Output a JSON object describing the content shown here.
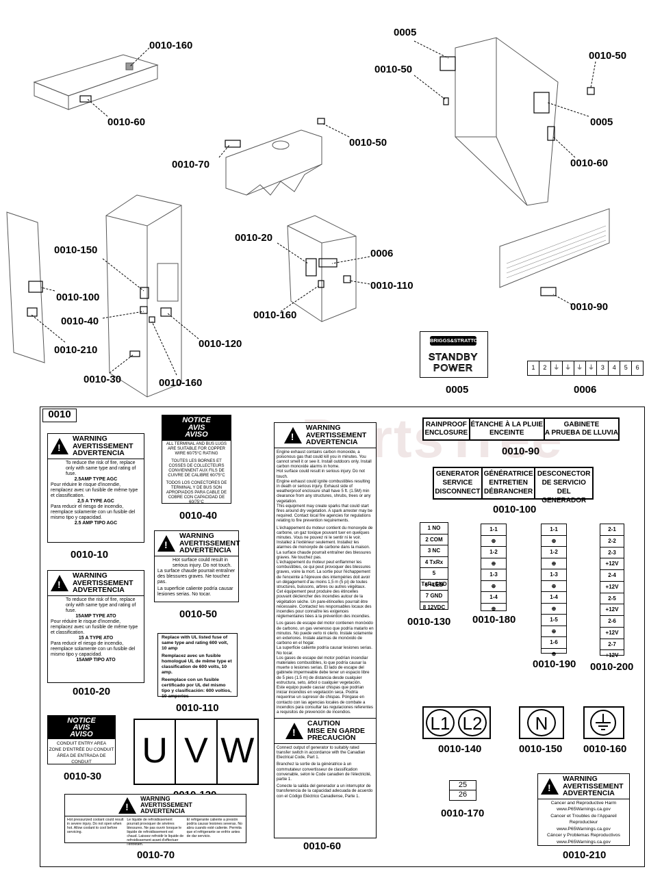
{
  "watermark": "PartsTree",
  "callouts": {
    "c1": "0010-160",
    "c2": "0010-60",
    "c3": "0005",
    "c4": "0010-50",
    "c5": "0010-50",
    "c6": "0005",
    "c7": "0010-50",
    "c8": "0010-70",
    "c9": "0010-60",
    "c10": "0010-150",
    "c11": "0010-100",
    "c12": "0010-40",
    "c13": "0010-210",
    "c14": "0010-30",
    "c15": "0010-160",
    "c16": "0010-120",
    "c17": "0010-20",
    "c18": "0006",
    "c19": "0010-110",
    "c20": "0010-160",
    "c21": "0010-90",
    "c22": "0005",
    "c23": "0006"
  },
  "decal0005": {
    "brand": "BRIGGS&STRATTON",
    "line1": "STANDBY",
    "line2": "POWER"
  },
  "decal0006": {
    "cells": [
      "1",
      "2",
      "⏚",
      "⏚",
      "⏚",
      "⏚",
      "3",
      "4",
      "5",
      "6"
    ]
  },
  "kit": {
    "label": "0010"
  },
  "captions": {
    "d10": "0010-10",
    "d20": "0010-20",
    "d30": "0010-30",
    "d40": "0010-40",
    "d50": "0010-50",
    "d110": "0010-110",
    "d120": "0010-120",
    "d70": "0010-70",
    "d60": "0010-60",
    "d90": "0010-90",
    "d100": "0010-100",
    "d130": "0010-130",
    "d180": "0010-180",
    "d190": "0010-190",
    "d200": "0010-200",
    "d140": "0010-140",
    "d150": "0010-150",
    "d160": "0010-160",
    "d170": "0010-170",
    "d210": "0010-210"
  },
  "warn_hdr": {
    "l1": "WARNING",
    "l2": "AVERTISSEMENT",
    "l3": "ADVERTENCIA"
  },
  "d10": {
    "t1": "To reduce the risk of fire, replace only with same type and rating of fuse.",
    "t2": "2.5AMP TYPE AGC",
    "t3": "Pour réduire le risque d'incendie, remplacez avec un fusible de même type et classification.",
    "t4": "2,5 A TYPE AGC",
    "t5": "Para reducir el riesgo de incendio, reemplace solamente con un fusible del mismo tipo y capacidad.",
    "t6": "2.5 AMP TIPO AGC"
  },
  "d20": {
    "t1": "To reduce the risk of fire, replace only with same type and rating of fuse.",
    "t2": "15AMP TYPE ATO",
    "t3": "Pour réduire le risque d'incendie, remplacez avec un fusible de même type et classification.",
    "t4": "15 A TYPE ATO",
    "t5": "Para reducir el riesgo de incendio, reemplace solamente con un fusible del mismo tipo y capacidad.",
    "t6": "15AMP TIPO ATO"
  },
  "notice": {
    "l1": "NOTICE",
    "l2": "AVIS",
    "l3": "AVISO"
  },
  "d40": {
    "t1": "ALL TERMINAL AND BUS LUGS ARE SUITABLE FOR COPPER WIRE 60/75°C RATING",
    "t2": "TOUTES LES BORNES ET COSSES DE COLLECTEURS CONVIENNENT AUX FILS DE CUIVRE DE CALIBRE 60/75°C",
    "t3": "TODOS LOS CONECTORES DE TERMINAL Y DE BUS SON APROPIADOS PARA CABLE DE COBRE CON CAPACIDAD DE 60/75°C"
  },
  "d50": {
    "t1": "Hot surface could result in serious injury. Do not touch.",
    "t2": "La surface chaude pourrait entraîner des blessures graves. Ne touchez pas.",
    "t3": "La superficie caliente podría causar lesiones serias. No tocar."
  },
  "d110": {
    "t1": "Replace with UL listed fuse of same type and rating 600 volt, 10 amp",
    "t2": "Remplacez avec un fusible homologué UL de même type et classification de 600 volts, 10 amp.",
    "t3": "Reemplace con un fusible certificado por UL del mismo tipo y clasificación: 600 voltios, 10 amperios"
  },
  "d30": {
    "t1": "CONDUIT ENTRY AREA",
    "t2": "ZONE D'ENTRÉE DU CONDUIT",
    "t3": "ÁREA DE ENTRADA DE CONDUIT"
  },
  "d120": {
    "u": "U",
    "v": "V",
    "w": "W"
  },
  "d70": {
    "t1": "Hot pressurized coolant could result in severe injury. Do not open when hot. Allow coolant to cool before servicing.",
    "t2": "Le liquide de refroidissement pourrait provoquer de sévères blessures. Ne pas ouvrir lorsque le liquide de refroidissement est chaud. Laissez refroidir le liquide de refroidissement avant d'effectuer l'entretien.",
    "t3": "El refrigerante caliente a presión podría causar lesiones severas. No abra cuando esté caliente. Permita que el refrigerante se enfríe antes de dar servicio."
  },
  "d60": {
    "p1": "Engine exhaust contains carbon monoxide, a poisonous gas that could kill you in minutes. You cannot smell it or see it. Install outdoors only. Install carbon monoxide alarms in home.",
    "p2": "Hot surface could result in serious injury. Do not touch.",
    "p3": "Engine exhaust could ignite combustibles resulting in death or serious injury. Exhaust side of weatherproof enclosure shall have 5 ft. (1.5M) min clearance from any structures, shrubs, trees or any vegetation.",
    "p4": "This equipment may create sparks that could start fires around dry vegetation. A spark arrester may be required. Contact local fire agencies for regulations relating to fire prevention requirements.",
    "p5": "L'échappement du moteur contient du monoxyde de carbone, un gaz toxique pouvant tuer en quelques minutes. Vous ne pouvez ni le sentir ni le voir. Installez à l'extérieur seulement. Installez les alarmes de monoxyde de carbone dans la maison.",
    "p6": "La surface chaude pourrait entraîner des blessures graves. Ne touchez pas.",
    "p7": "L'échappement du moteur peut enflammer les combustibles, ce qui peut provoquer des blessures graves, voire la mort. La sortie pour l'échappement de l'enceinte à l'épreuve des intempéries doit avoir un dégagement d'au moins 1,5 m (5 pi) de toutes structures, buissons, arbres ou autres végétaux.",
    "p8": "Cet équipement peut produire des étincelles pouvant déclencher des incendies autour de la végétation sèche. Un pare-étincelles pourrait être nécessaire. Contactez les responsables locaux des incendies pour connaître les exigences réglementaires liées à la prévention des incendies.",
    "p9": "Los gases de escape del motor contienen monóxido de carbono, un gas venenoso que podría matarlo en minutos. No puede verlo ni olerlo. Instale solamente en exteriores. Instale alarmas de monóxido de carbono en el hogar.",
    "p10": "La superficie caliente podría causar lesiones serias. No tocar.",
    "p11": "Los gases de escape del motor podrían incendiar materiales combustibles, lo que podría causar la muerte o lesiones serias. El lado de escape del gabinete impermeable debe tener un espacio libre de 5 pies (1.5 m) de distancia desde cualquier estructura, seto, árbol o cualquier vegetación.",
    "p12": "Este equipo puede causar chispas que podrían iniciar incendios en vegetación seca. Podría requerirse un supresor de chispas. Póngase en contacto con las agencias locales de combate a incendios para consultar las regulaciones referentes a requisitos de prevención de incendios.",
    "c1": "CAUTION",
    "c2": "MISE EN GARDE",
    "c3": "PRECAUCIÓN",
    "q1": "Connect output of generator to suitably rated transfer switch in accordance with the Canadian Electrical Code, Part 1.",
    "q2": "Branchez la sortie de la génératrice à un commutateur convertisseur de classification convenable, selon le Code canadien de l'électricité, partie 1.",
    "q3": "Conecte la salida del generador a un interruptor de transferencia de la capacidad adecuada de acuerdo con el Código Eléctrico Canadiense, Parte 1."
  },
  "d90": {
    "a1": "RAINPROOF",
    "a2": "ENCLOSURE",
    "b1": "ÉTANCHE À LA PLUIE",
    "b2": "ENCEINTE",
    "c1": "GABINETE",
    "c2": "A PRUEBA DE LLUVIA"
  },
  "d100": {
    "a1": "GENERATOR",
    "a2": "SERVICE",
    "a3": "DISCONNECT",
    "b1": "GÉNÉRATRICE",
    "b2": "ENTRETIEN",
    "b3": "DÉBRANCHER",
    "c1": "DESCONECTOR",
    "c2": "DE SERVICIO",
    "c3": "DEL GENERADOR"
  },
  "d130": {
    "rows": [
      "1  NO",
      "2  COM",
      "3  NC",
      "4  TxRx",
      "5 TxRxGND",
      "6  +LED",
      "7  GND",
      "8 12VDC"
    ]
  },
  "d180": {
    "rows": [
      "1-1",
      "⊕",
      "1-2",
      "⊕",
      "1-3",
      "⊕",
      "1-4",
      "⊕"
    ]
  },
  "d190": {
    "rows": [
      "1-1",
      "⊕",
      "1-2",
      "⊕",
      "1-3",
      "⊕",
      "1-4",
      "⊕",
      "1-5",
      "⊕",
      "1-6",
      "⊕"
    ]
  },
  "d200": {
    "rows": [
      "2-1",
      "2-2",
      "2-3",
      "+12V",
      "2-4",
      "+12V",
      "2-5",
      "+12V",
      "2-6",
      "+12V",
      "2-7",
      "+12V"
    ]
  },
  "d140": {
    "a": "L1",
    "b": "L2"
  },
  "d150": {
    "a": "N"
  },
  "d170": {
    "a": "25",
    "b": "26"
  },
  "d210": {
    "t1": "Cancer and Reproductive Harm",
    "t2": "www.P65Warnings.ca.gov",
    "t3": "Cancer et Troubles de l'Appareil Reproducteur",
    "t4": "www.P65Warnings.ca.gov",
    "t5": "Cáncer y Problemas Reproductivos",
    "t6": "www.P65Warnings.ca.gov"
  }
}
